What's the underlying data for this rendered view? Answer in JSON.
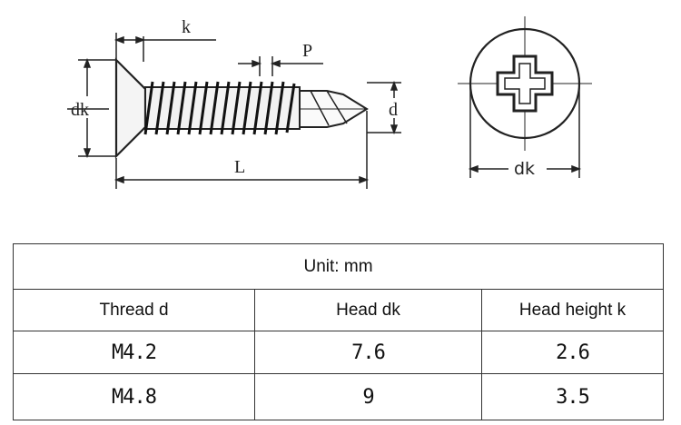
{
  "drawing": {
    "labels": {
      "k": "k",
      "p": "P",
      "dk_side": "dk",
      "d": "d",
      "l": "L",
      "dk_head": "dk"
    }
  },
  "table": {
    "unit": "Unit: mm",
    "headers": [
      "Thread d",
      "Head dk",
      "Head height k"
    ],
    "rows": [
      [
        "M4.2",
        "7.6",
        "2.6"
      ],
      [
        "M4.8",
        "9",
        "3.5"
      ]
    ]
  }
}
